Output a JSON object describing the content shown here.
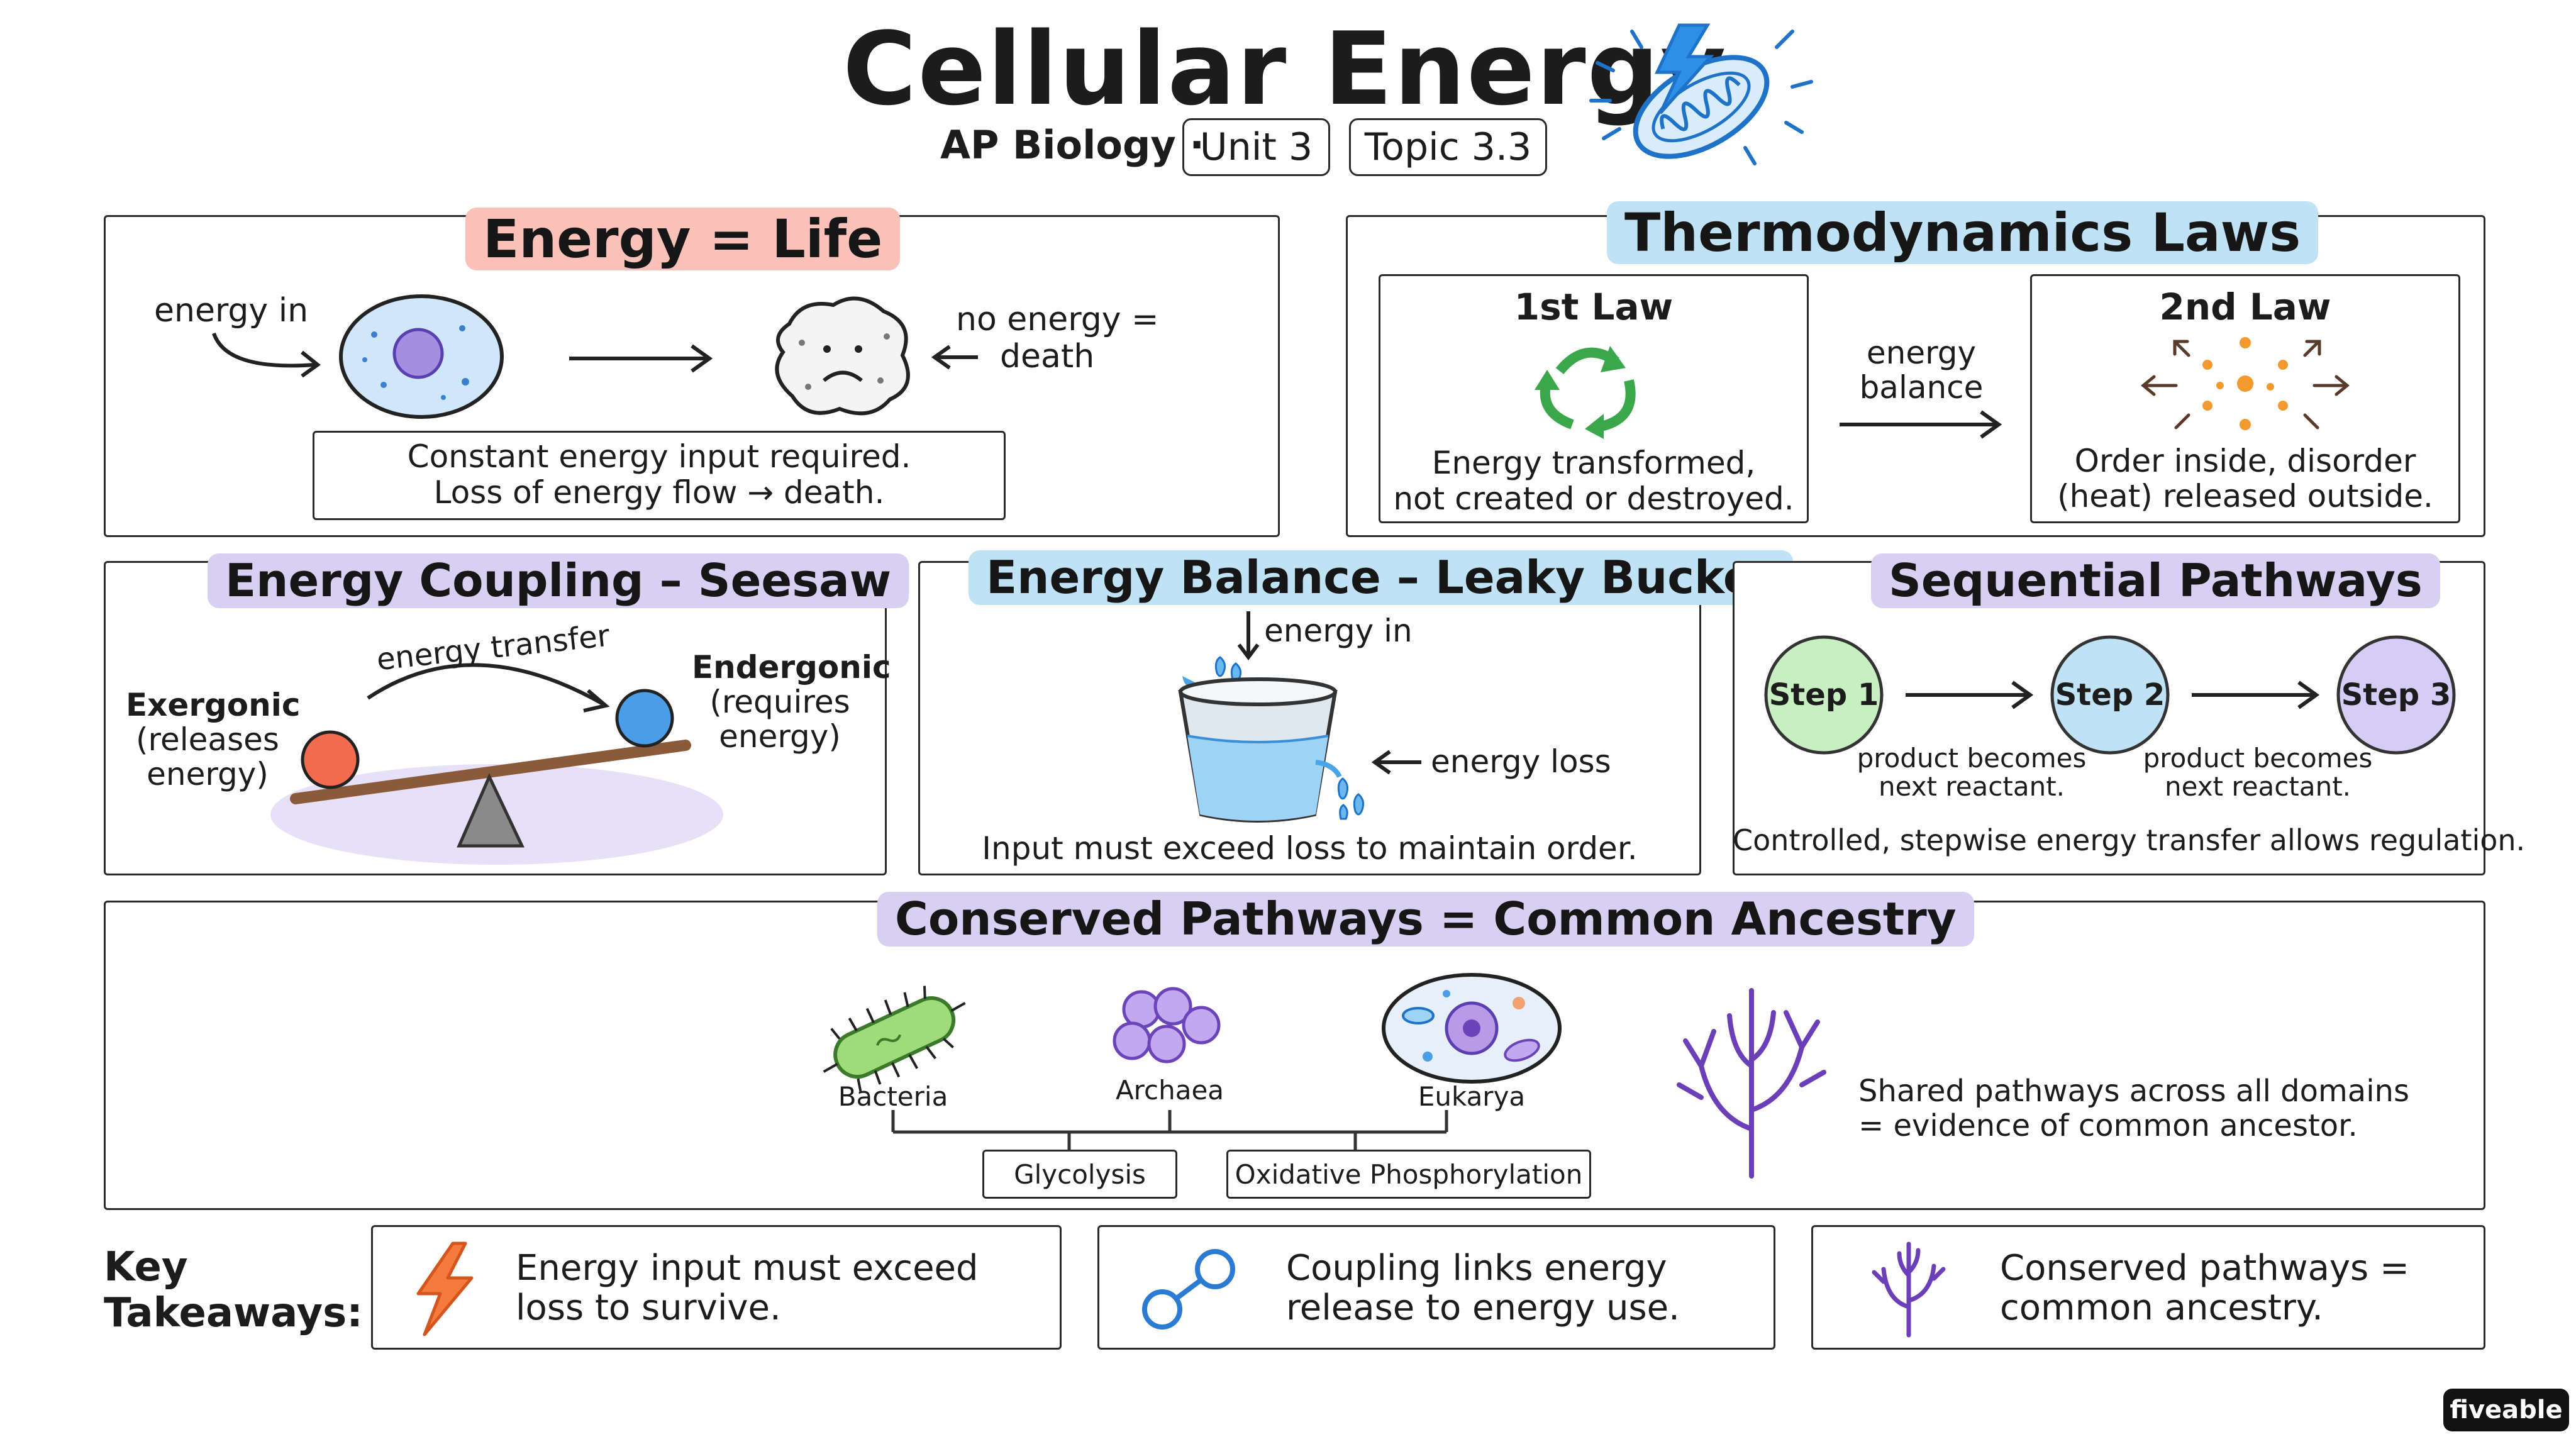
{
  "header": {
    "title": "Cellular Energy",
    "subtitle": "AP Biology ·",
    "unit": "Unit 3",
    "topic": "Topic 3.3",
    "icon": "mitochondrion-icon"
  },
  "energy_life": {
    "title": "Energy = Life",
    "energy_in": "energy in",
    "no_energy_1": "no energy =",
    "no_energy_2": "death",
    "note_1": "Constant energy input required.",
    "note_2": "Loss of energy flow → death."
  },
  "thermo": {
    "title": "Thermodynamics Laws",
    "first_title": "1st Law",
    "first_text_1": "Energy transformed,",
    "first_text_2": "not created or destroyed.",
    "balance_1": "energy",
    "balance_2": "balance",
    "second_title": "2nd Law",
    "second_text_1": "Order inside, disorder",
    "second_text_2": "(heat) released outside."
  },
  "coupling": {
    "title": "Energy Coupling – Seesaw",
    "transfer": "energy transfer",
    "exer_1": "Exergonic",
    "exer_2": "(releases",
    "exer_3": "energy)",
    "ender_1": "Endergonic",
    "ender_2": "(requires",
    "ender_3": "energy)"
  },
  "bucket": {
    "title": "Energy Balance – Leaky Bucket",
    "energy_in": "energy in",
    "energy_loss": "energy loss",
    "caption": "Input must exceed loss to maintain order."
  },
  "sequential": {
    "title": "Sequential Pathways",
    "step1": "Step 1",
    "step2": "Step 2",
    "step3": "Step 3",
    "product_1a": "product becomes",
    "product_1b": "next reactant.",
    "product_2a": "product becomes",
    "product_2b": "next reactant.",
    "caption": "Controlled, stepwise energy transfer allows regulation."
  },
  "conserved": {
    "title": "Conserved Pathways = Common Ancestry",
    "bacteria": "Bacteria",
    "archaea": "Archaea",
    "eukarya": "Eukarya",
    "glycolysis": "Glycolysis",
    "oxphos": "Oxidative Phosphorylation",
    "shared_1": "Shared pathways across all domains",
    "shared_2": "= evidence of common ancestor."
  },
  "takeaways": {
    "label_1": "Key",
    "label_2": "Takeaways:",
    "item1_1": "Energy input must exceed",
    "item1_2": "loss to survive.",
    "item2_1": "Coupling links energy",
    "item2_2": "release to energy use.",
    "item3_1": "Conserved pathways =",
    "item3_2": "common ancestry."
  },
  "brand": "fiveable",
  "colors": {
    "pink": "#f9c1b8",
    "blue": "#bfe2f5",
    "lavender": "#d8d0f2",
    "green_step": "#c8efc2",
    "blue_step": "#bfe3f5",
    "purple_step": "#d5cdf5",
    "orange": "#f07a45",
    "accent_blue": "#2b7bd3",
    "purple_tree": "#6a3fb8"
  }
}
